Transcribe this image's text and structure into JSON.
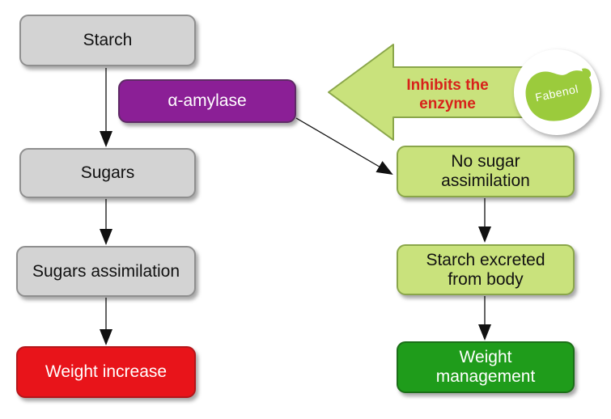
{
  "left_column": {
    "starch": "Starch",
    "sugars": "Sugars",
    "sugars_assimilation": "Sugars assimilation",
    "weight_increase": "Weight increase"
  },
  "enzyme": {
    "label": "α-amylase"
  },
  "right_column": {
    "no_sugar_line1": "No sugar",
    "no_sugar_line2": "assimilation",
    "excreted_line1": "Starch excreted",
    "excreted_line2": "from body",
    "weight_mgmt_line1": "Weight",
    "weight_mgmt_line2": "management"
  },
  "inhibitor": {
    "line1": "Inhibits the",
    "line2": "enzyme"
  },
  "logo": {
    "brand": "Fabenol"
  },
  "colors": {
    "grey_box": "#d3d3d3",
    "red_box": "#e8141a",
    "purple_box": "#8b1f96",
    "lime_box": "#c9e27c",
    "green_box": "#1f9c1b",
    "arrow_fill": "#c9e27c",
    "inhibit_text": "#d8221a",
    "logo_green": "#9bcb3c"
  }
}
